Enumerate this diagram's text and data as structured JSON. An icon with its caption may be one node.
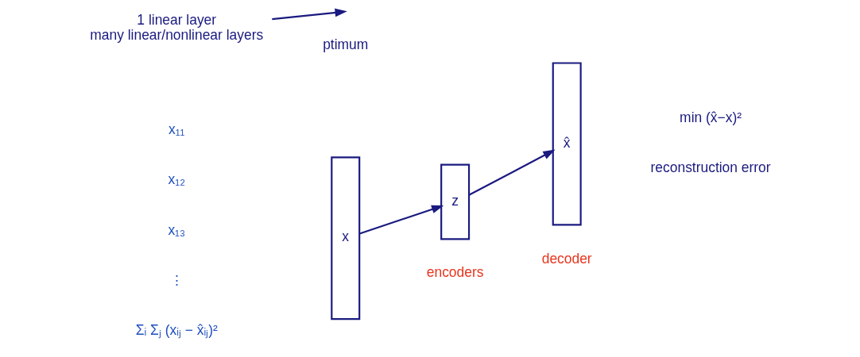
{
  "diagram": {
    "nodes": [
      {
        "text": [
          "x"
        ]
      },
      {
        "text": [
          "z"
        ]
      },
      {
        "text": [
          "x̂"
        ]
      },
      {
        "text": [
          "1 linear layer",
          "many linear/nonlinear layers"
        ]
      }
    ],
    "edges": [
      {
        "from": 0,
        "to": 1,
        "arrow": "to"
      },
      {
        "from": 1,
        "to": 2,
        "arrow": "to"
      },
      {
        "from": 3,
        "to": null,
        "arrow": "to"
      }
    ],
    "labels": [
      "x₁₁",
      "x₁₂",
      "x₁₃",
      "⋮",
      "encoders",
      "min (x̂−x)²",
      "decoder",
      "reconstruction error",
      "Σᵢ Σⱼ (xᵢⱼ − x̂ᵢⱼ)²",
      "ptimum"
    ]
  }
}
